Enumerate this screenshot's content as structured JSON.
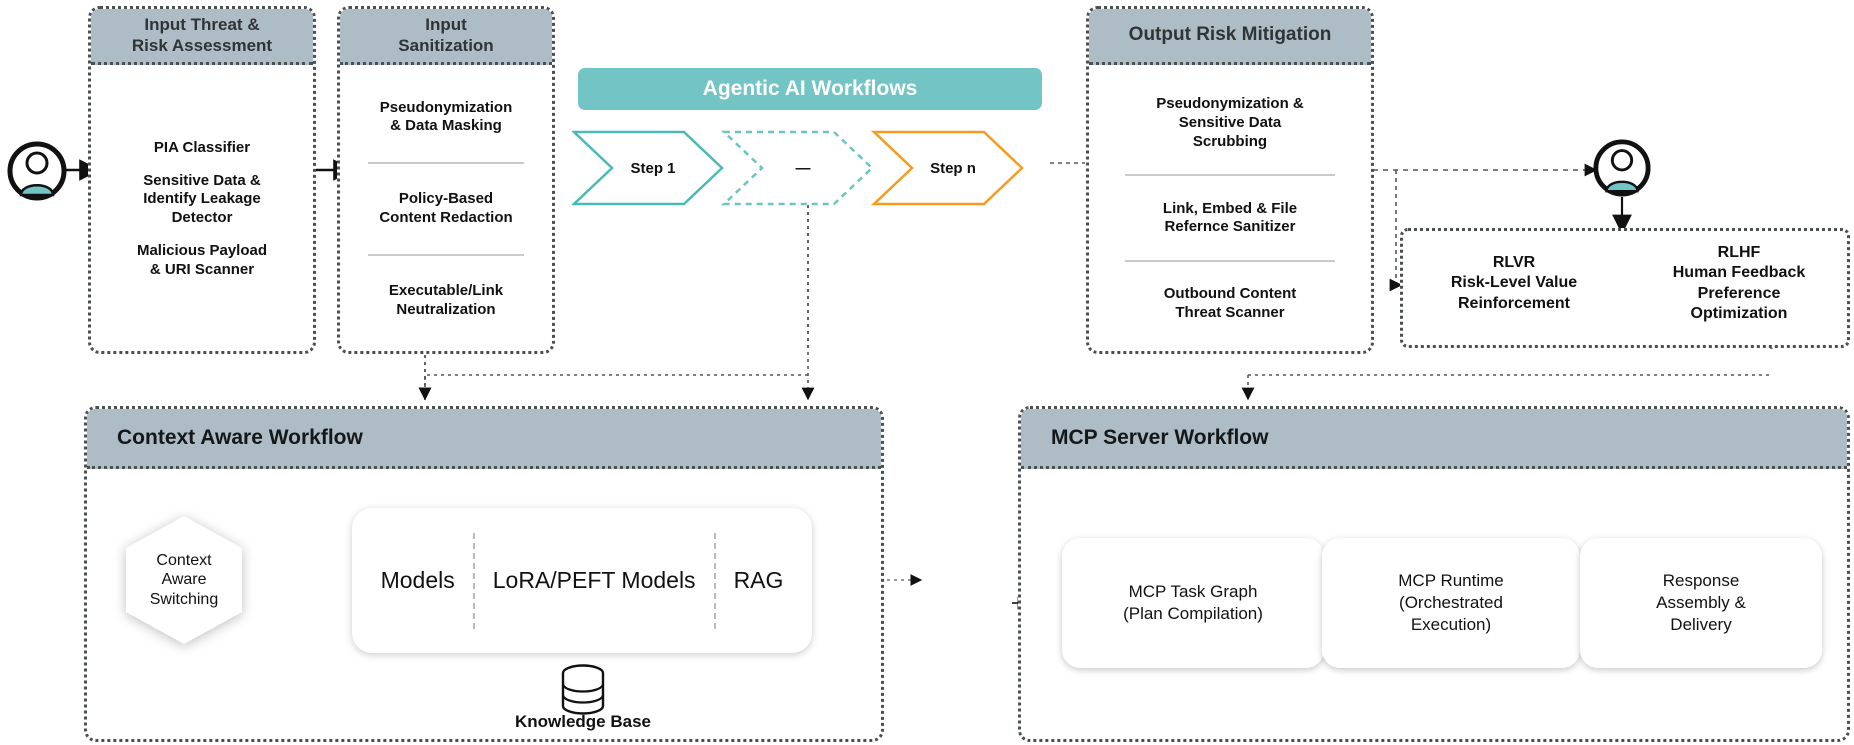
{
  "diagram": {
    "colors": {
      "teal": "#72c5c4",
      "orange": "#f59c20",
      "panel_header_gray": "#aebcc6",
      "dash_gray": "#4a4f51"
    },
    "panels": [
      {
        "id": "input-threat-risk-assessment",
        "title": "Input Threat &\nRisk Assessment",
        "title_line1": "Input Threat &",
        "title_line2": "Risk Assessment",
        "items": [
          "PIA Classifier",
          "Sensitive Data &\nIdentify Leakage\nDetector",
          "Malicious Payload\n& URI Scanner"
        ]
      },
      {
        "id": "input-sanitization",
        "title": "Input\nSanitization",
        "title_line1": "Input",
        "title_line2": "Sanitization",
        "items": [
          "Pseudonymization\n& Data Masking",
          "Policy-Based\nContent Redaction",
          "Executable/Link\nNeutralization"
        ]
      },
      {
        "id": "output-risk-mitigation",
        "title": "Output Risk Mitigation",
        "title_line1": "Output Risk Mitigation",
        "title_line2": "",
        "items": [
          "Pseudonymization &\nSensitive Data\nScrubbing",
          "Link, Embed & File\nRefernce Sanitizer",
          "Outbound Content\nThreat Scanner"
        ]
      }
    ],
    "agentic": {
      "banner": "Agentic AI Workflows",
      "steps": [
        {
          "label": "Step 1",
          "style": "solid-teal"
        },
        {
          "label": "—",
          "style": "dashed-teal"
        },
        {
          "label": "Step n",
          "style": "solid-orange"
        }
      ]
    },
    "feedback": {
      "items": [
        {
          "acronym": "RLVR",
          "line1": "Risk-Level Value",
          "line2": "Reinforcement",
          "line3": ""
        },
        {
          "acronym": "RLHF",
          "line1": "Human Feedback",
          "line2": "Preference",
          "line3": "Optimization"
        }
      ]
    },
    "context_workflow": {
      "title": "Context Aware Workflow",
      "hexagon": "Context\nAware\nSwitching",
      "hex_line1": "Context",
      "hex_line2": "Aware",
      "hex_line3": "Switching",
      "model_cells": [
        "Models",
        "LoRA/PEFT Models",
        "RAG"
      ],
      "knowledge_base": "Knowledge Base"
    },
    "mcp_workflow": {
      "title": "MCP Server Workflow",
      "cards": [
        {
          "line1": "MCP Task Graph",
          "line2": "(Plan Compilation)",
          "line3": ""
        },
        {
          "line1": "MCP Runtime",
          "line2": "(Orchestrated",
          "line3": "Execution)"
        },
        {
          "line1": "Response",
          "line2": "Assembly &",
          "line3": "Delivery"
        }
      ]
    },
    "actors": [
      {
        "id": "end-user-input",
        "name": "user-avatar"
      },
      {
        "id": "end-user-output",
        "name": "user-avatar"
      }
    ]
  }
}
